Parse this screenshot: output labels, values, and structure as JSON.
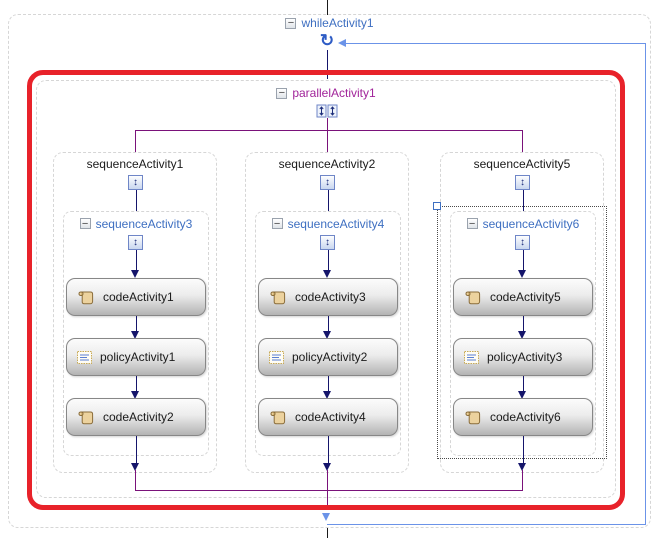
{
  "while_activity": {
    "label": "whileActivity1"
  },
  "parallel_activity": {
    "label": "parallelActivity1"
  },
  "columns": [
    {
      "title": "sequenceActivity1",
      "inner_label": "sequenceActivity3",
      "activities": [
        {
          "type": "code",
          "label": "codeActivity1"
        },
        {
          "type": "policy",
          "label": "policyActivity1"
        },
        {
          "type": "code",
          "label": "codeActivity2"
        }
      ],
      "selected": false
    },
    {
      "title": "sequenceActivity2",
      "inner_label": "sequenceActivity4",
      "activities": [
        {
          "type": "code",
          "label": "codeActivity3"
        },
        {
          "type": "policy",
          "label": "policyActivity2"
        },
        {
          "type": "code",
          "label": "codeActivity4"
        }
      ],
      "selected": false
    },
    {
      "title": "sequenceActivity5",
      "inner_label": "sequenceActivity6",
      "activities": [
        {
          "type": "code",
          "label": "codeActivity5"
        },
        {
          "type": "policy",
          "label": "policyActivity3"
        },
        {
          "type": "code",
          "label": "codeActivity6"
        }
      ],
      "selected": true
    }
  ],
  "icons": {
    "loop": "↻",
    "sequence": "↕",
    "collapse": "−",
    "code": "scroll-icon",
    "policy": "rules-icon"
  },
  "colors": {
    "highlight_red": "#e8222a",
    "purple_connector": "#7a127a",
    "navy_connector": "#15156b",
    "loop_line_blue": "#6b93e8",
    "while_label_blue": "#3e6fc1",
    "parallel_label_purple": "#a1249a",
    "inner_sequence_label_blue": "#3e6fc1",
    "dashed_border_gray": "#d6d6d6"
  }
}
